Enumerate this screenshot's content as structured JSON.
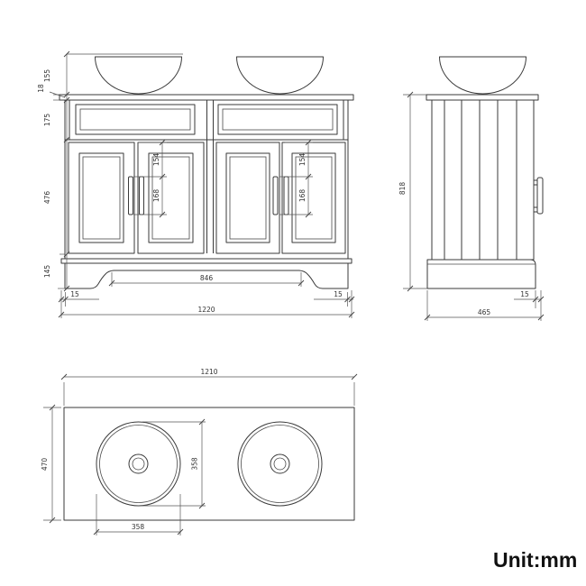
{
  "unit_label": "Unit:mm",
  "colors": {
    "line": "#3a3a3a",
    "dimension_text": "#333333",
    "unit_text": "#111111",
    "background": "#ffffff"
  },
  "front_view": {
    "dims": {
      "basin_height": "155",
      "worktop_thickness": "18",
      "drawer_front_height": "175",
      "door_height": "476",
      "plinth_height": "145",
      "handle_top_offset_left": "154",
      "handle_length_left": "168",
      "handle_top_offset_right": "154",
      "handle_length_right": "168",
      "plinth_opening_width": "846",
      "base_inset_left": "15",
      "base_inset_right": "15",
      "overall_width": "1220"
    }
  },
  "side_view": {
    "dims": {
      "overall_height": "818",
      "rear_inset": "15",
      "overall_depth": "465"
    }
  },
  "top_view": {
    "dims": {
      "worktop_width": "1210",
      "worktop_depth": "470",
      "basin_diameter_depth": "358",
      "basin_diameter_width": "358"
    }
  }
}
